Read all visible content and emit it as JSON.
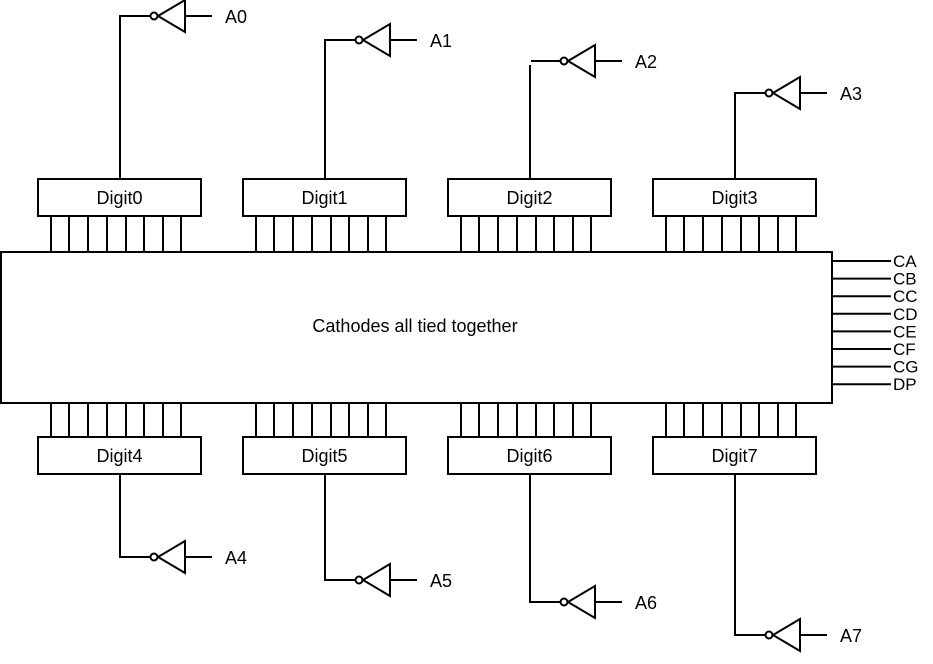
{
  "diagram": {
    "center_label": "Cathodes all tied together",
    "pins_per_digit": 8,
    "digits_top": [
      {
        "label": "Digit0",
        "anode": "A0"
      },
      {
        "label": "Digit1",
        "anode": "A1"
      },
      {
        "label": "Digit2",
        "anode": "A2"
      },
      {
        "label": "Digit3",
        "anode": "A3"
      }
    ],
    "digits_bottom": [
      {
        "label": "Digit4",
        "anode": "A4"
      },
      {
        "label": "Digit5",
        "anode": "A5"
      },
      {
        "label": "Digit6",
        "anode": "A6"
      },
      {
        "label": "Digit7",
        "anode": "A7"
      }
    ],
    "cathode_signals": [
      "CA",
      "CB",
      "CC",
      "CD",
      "CE",
      "CF",
      "CG",
      "DP"
    ],
    "colors": {
      "line": "#000000",
      "background": "#ffffff"
    }
  }
}
